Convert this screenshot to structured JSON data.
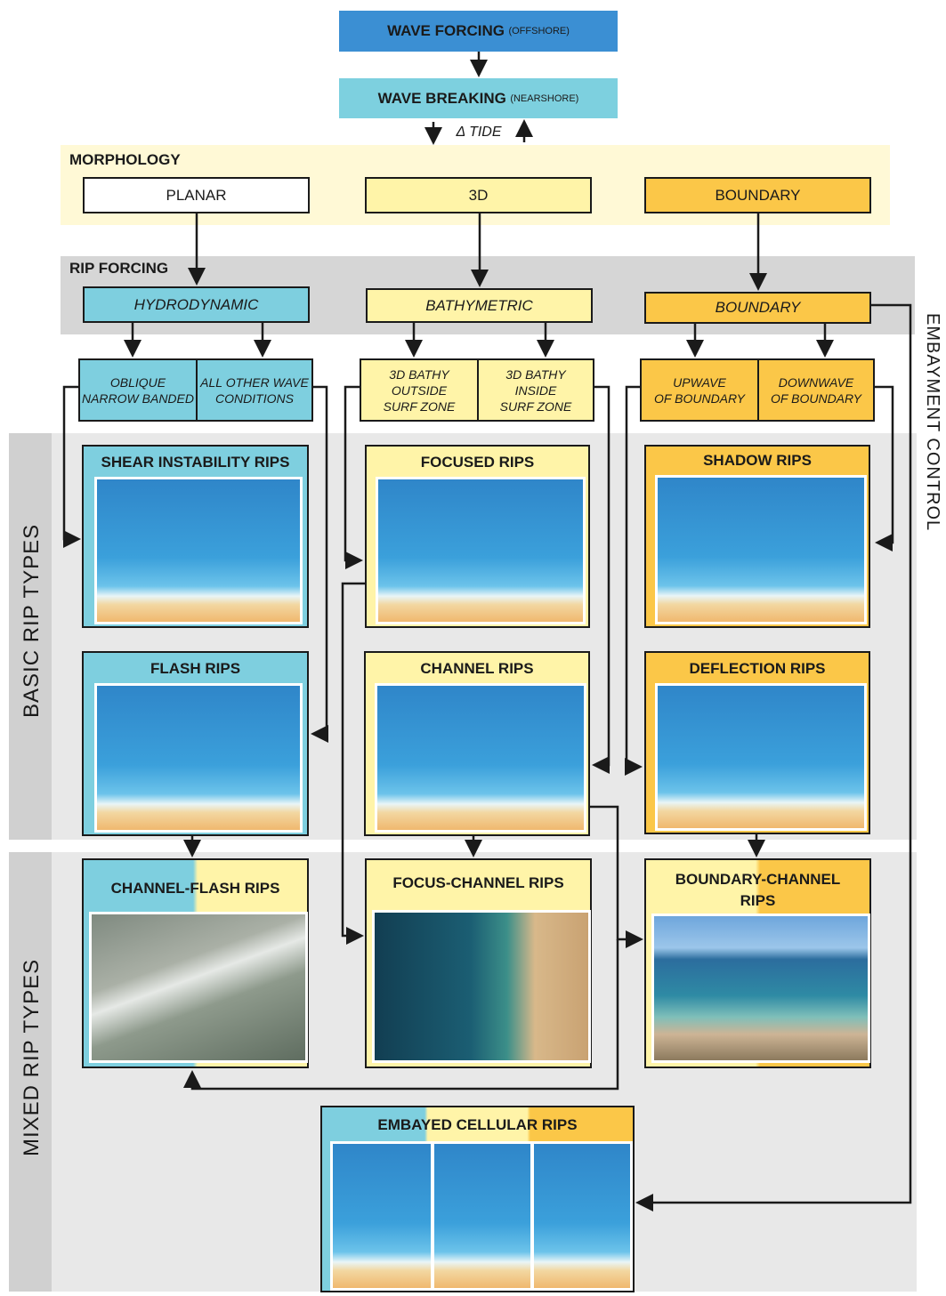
{
  "header": {
    "wave_forcing": "WAVE FORCING",
    "wave_forcing_note": "(OFFSHORE)",
    "wave_breaking": "WAVE BREAKING",
    "wave_breaking_note": "(NEARSHORE)",
    "tide": "Δ TIDE"
  },
  "morphology": {
    "label": "MORPHOLOGY",
    "planar": "PLANAR",
    "three_d": "3D",
    "boundary": "BOUNDARY"
  },
  "rip_forcing": {
    "label": "RIP FORCING",
    "hydrodynamic": "HYDRODYNAMIC",
    "bathymetric": "BATHYMETRIC",
    "boundary": "BOUNDARY"
  },
  "sub_conditions": {
    "oblique_1": "OBLIQUE",
    "oblique_2": "NARROW BANDED",
    "other_1": "ALL OTHER WAVE",
    "other_2": "CONDITIONS",
    "outside_1": "3D BATHY",
    "outside_2": "OUTSIDE",
    "outside_3": "SURF ZONE",
    "inside_1": "3D BATHY",
    "inside_2": "INSIDE",
    "inside_3": "SURF ZONE",
    "upwave_1": "UPWAVE",
    "upwave_2": "OF BOUNDARY",
    "downwave_1": "DOWNWAVE",
    "downwave_2": "OF BOUNDARY"
  },
  "side_labels": {
    "basic": "BASIC RIP TYPES",
    "mixed": "MIXED RIP TYPES",
    "embayment": "EMBAYMENT CONTROL"
  },
  "basic_rips": {
    "shear": "SHEAR INSTABILITY RIPS",
    "focused": "FOCUSED RIPS",
    "shadow": "SHADOW RIPS",
    "flash": "FLASH RIPS",
    "channel": "CHANNEL RIPS",
    "deflection": "DEFLECTION RIPS"
  },
  "mixed_rips": {
    "channel_flash": "CHANNEL-FLASH RIPS",
    "focus_channel": "FOCUS-CHANNEL RIPS",
    "boundary_channel_1": "BOUNDARY-CHANNEL",
    "boundary_channel_2": "RIPS",
    "embayed_cellular": "EMBAYED CELLULAR RIPS"
  },
  "colors": {
    "offshore_blue": "#3b8fd3",
    "nearshore_cyan": "#7dd0df",
    "hydro_cyan": "#7ecfdf",
    "bathy_yellow": "#fff4a8",
    "boundary_orange": "#fbc748",
    "morph_band": "#fff9d6",
    "rip_band": "#d6d6d6",
    "section_band": "#e8e8e8"
  }
}
